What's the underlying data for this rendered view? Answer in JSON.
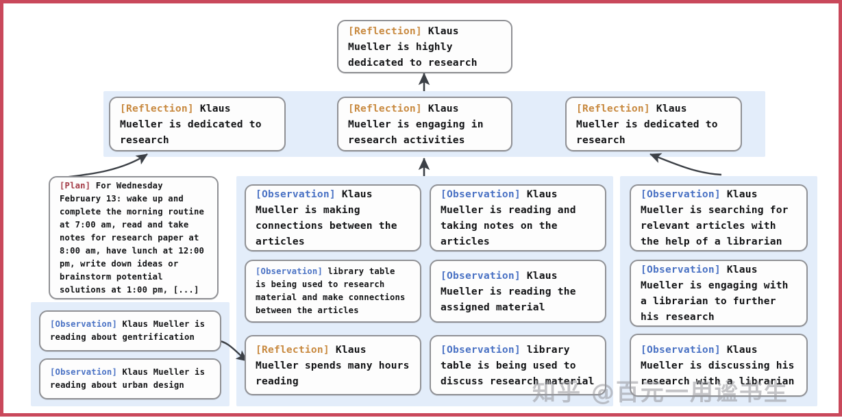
{
  "colors": {
    "border_frame": "#c9485b",
    "band": "#e3edfa",
    "node_border": "#8f9094",
    "tag_reflection": "#c8893f",
    "tag_plan": "#a33b46",
    "tag_observation": "#4a72c4"
  },
  "tags": {
    "reflection": "[Reflection]",
    "plan": "[Plan]",
    "observation": "[Observation]"
  },
  "nodes": {
    "root": {
      "tag": "[Reflection]",
      "text": " Klaus Mueller is highly dedicated to research"
    },
    "reflection_left": {
      "tag": "[Reflection]",
      "text": " Klaus Mueller is dedicated to research"
    },
    "reflection_middle": {
      "tag": "[Reflection]",
      "text": " Klaus Mueller is engaging in research activities"
    },
    "reflection_right": {
      "tag": "[Reflection]",
      "text": " Klaus Mueller is dedicated to research"
    },
    "plan": {
      "tag": "[Plan]",
      "text": " For Wednesday February 13: wake up and complete the morning routine at 7:00 am, read and take notes for research paper at 8:00 am, have lunch at 12:00 pm, write down ideas or brainstorm potential solutions at 1:00 pm, [...]"
    },
    "obs_left_1": {
      "tag": "[Observation]",
      "text": " Klaus Mueller is reading about gentrification"
    },
    "obs_left_2": {
      "tag": "[Observation]",
      "text": " Klaus Mueller is reading about urban design"
    },
    "col1_1": {
      "tag": "[Observation]",
      "text": " Klaus Mueller is making connections between the articles"
    },
    "col1_2": {
      "tag": "[Observation]",
      "text": " library table is being used to research material and make connections between the articles"
    },
    "col1_3": {
      "tag": "[Reflection]",
      "text": " Klaus Mueller spends many hours reading"
    },
    "col2_1": {
      "tag": "[Observation]",
      "text": " Klaus Mueller is reading and taking notes on the articles"
    },
    "col2_2": {
      "tag": "[Observation]",
      "text": " Klaus Mueller is reading the assigned material"
    },
    "col2_3": {
      "tag": "[Observation]",
      "text": " library table is being used to discuss research material"
    },
    "col3_1": {
      "tag": "[Observation]",
      "text": " Klaus Mueller is searching for relevant articles with the help of a librarian"
    },
    "col3_2": {
      "tag": "[Observation]",
      "text": " Klaus Mueller is engaging with a librarian to further his research"
    },
    "col3_3": {
      "tag": "[Observation]",
      "text": " Klaus Mueller is discussing his research with a librarian"
    }
  },
  "watermark": {
    "text": "知乎 @百元一用谧书生"
  }
}
